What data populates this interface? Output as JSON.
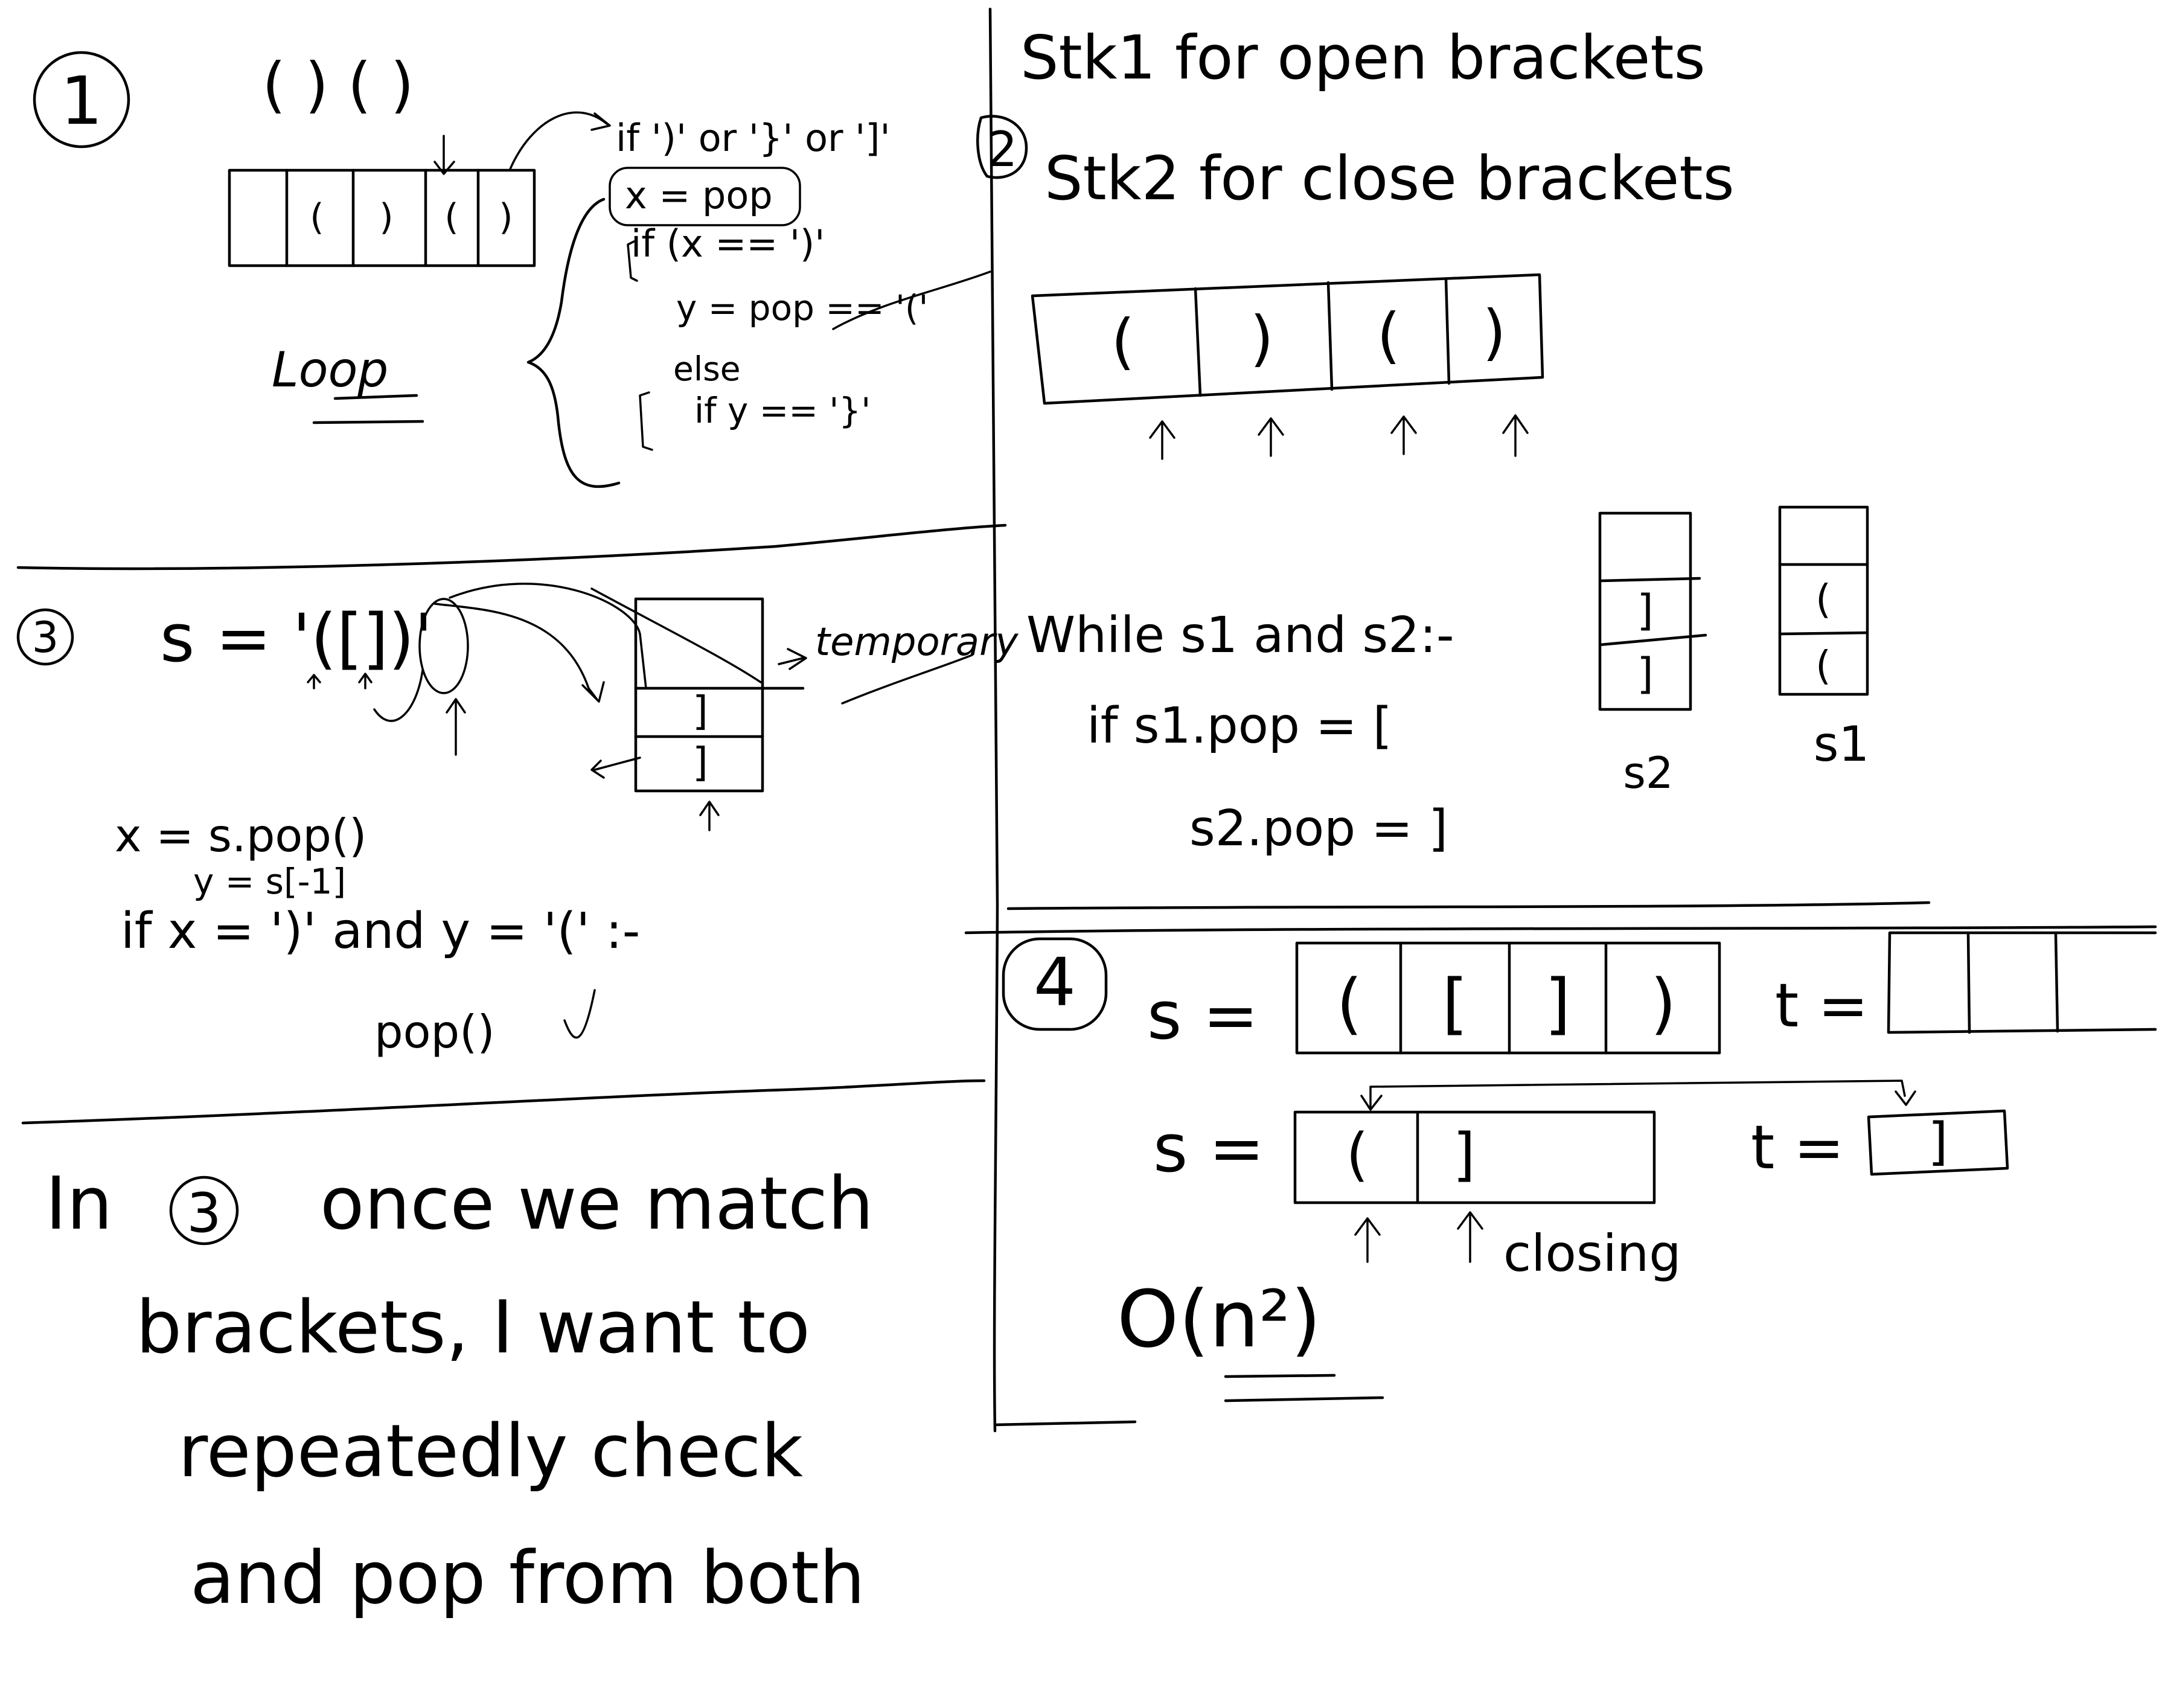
{
  "section1": {
    "label": "1",
    "pair_sample": "( ) ( )",
    "cells": [
      "(",
      ")",
      "(",
      ")"
    ],
    "loop_label": "Loop",
    "code": [
      "if ')' or '}' or ']'",
      "x = pop",
      "if (x == ')'",
      "y = pop == '('",
      "else",
      "if y == '}'"
    ]
  },
  "section2": {
    "label": "2",
    "line1": "Stk1 for open brackets",
    "line2": "Stk2 for close brackets",
    "cells": [
      "(",
      ")",
      "(",
      ")"
    ],
    "while_line": "While s1 and s2:-",
    "if_line": "if s1.pop = [",
    "pop_line": "s2.pop = ]",
    "stack_s2": [
      "",
      "]",
      "]"
    ],
    "stack_s1": [
      "",
      "(",
      "("
    ],
    "s2_label": "s2",
    "s1_label": "s1"
  },
  "section3": {
    "label": "3",
    "s_assign": "s = '([])'",
    "temporary": "temporary",
    "stack": [
      "",
      "]",
      "]"
    ],
    "x_line": "x = s.pop()",
    "y_line": "y = s[-1]",
    "if_line": "if x = ')' and y = '(' :-",
    "pop_line": "pop()"
  },
  "section4": {
    "label": "4",
    "s_label": "s =",
    "s_cells": [
      "(",
      "[",
      "]",
      ")"
    ],
    "t_label": "t =",
    "t_cells": [
      "",
      "",
      ""
    ],
    "s2_label": "s =",
    "s2_cells": [
      "(",
      "]"
    ],
    "t2_label": "t =",
    "t2_cells": [
      "]"
    ],
    "closing": "closing",
    "complexity": "O(n²)"
  },
  "note": {
    "line1": "In",
    "ref": "3",
    "line1_rest": "once we match",
    "line2": "brackets, I want to",
    "line3": "repeatedly check",
    "line4": "and pop from both"
  }
}
